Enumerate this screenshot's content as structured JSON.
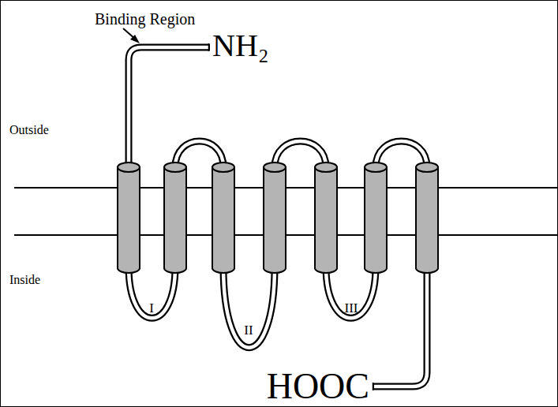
{
  "diagram": {
    "labels": [
      "Binding Region",
      "NH₂",
      "Outside",
      "Inside",
      "I",
      "II",
      "III",
      "HOOC"
    ]
  }
}
